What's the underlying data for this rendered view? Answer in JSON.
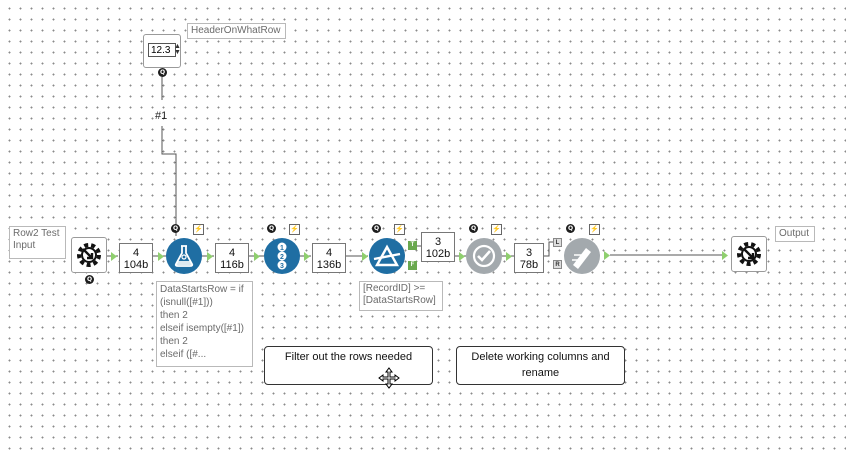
{
  "colors": {
    "formula_blue": "#1f6ea3",
    "gray_tool": "#a3a9ad",
    "anchor_green": "#8fcf6e",
    "wire": "#555555"
  },
  "question_tool": {
    "value": "12.3",
    "label": "HeaderOnWhatRow",
    "wire_label": "#1"
  },
  "input_tool": {
    "label": "Row2 Test Input",
    "icon": "gear-input-icon"
  },
  "output_tool": {
    "label": "Output",
    "icon": "gear-output-icon"
  },
  "formula_tool": {
    "icon": "flask-icon",
    "annotation": [
      "DataStartsRow = if",
      "(isnull([#1]))",
      "then 2",
      "elseif isempty([#1])",
      "then 2",
      "elseif ([#..."
    ]
  },
  "recordid_tool": {
    "icon": "recordid-icon"
  },
  "filter_tool": {
    "icon": "filter-icon",
    "annotation": [
      "[RecordID] >=",
      "[DataStartsRow]"
    ],
    "t_label": "T",
    "f_label": "F"
  },
  "select_tool": {
    "icon": "select-check-icon"
  },
  "join_tool": {
    "icon": "dynamic-rename-icon",
    "l_label": "L",
    "r_label": "R"
  },
  "records": [
    {
      "count": "4",
      "size": "104b"
    },
    {
      "count": "4",
      "size": "116b"
    },
    {
      "count": "4",
      "size": "136b"
    },
    {
      "count": "3",
      "size": "102b"
    },
    {
      "count": "3",
      "size": "78b"
    }
  ],
  "comments": {
    "filter": "Filter out the rows needed",
    "delete": "Delete working columns and rename"
  },
  "badges": {
    "q": "Q",
    "bolt": "⚡"
  }
}
